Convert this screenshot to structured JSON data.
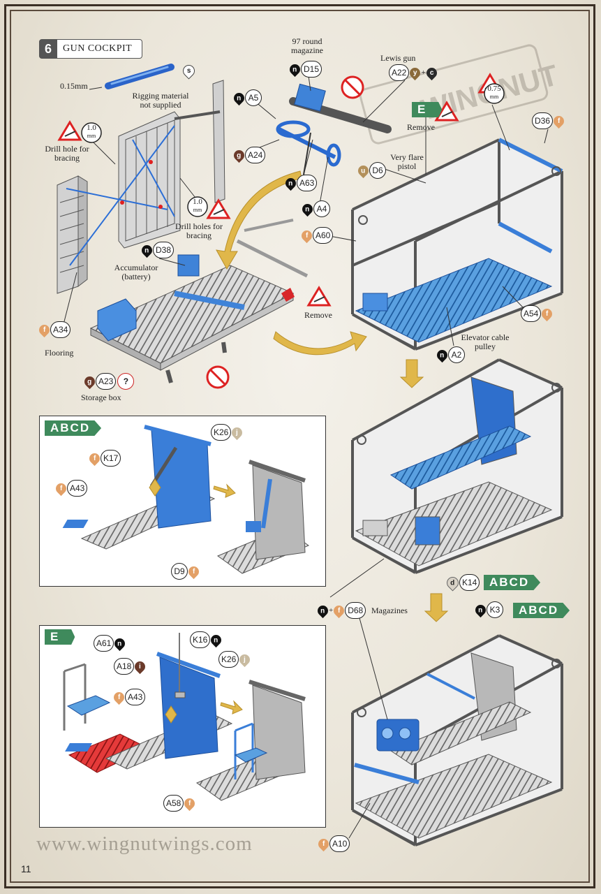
{
  "step": {
    "number": "6",
    "title": "GUN COCKPIT"
  },
  "page_number": "11",
  "watermark": "www.wingnutwings.com",
  "brand_logo": "WINGNUT WINGS",
  "labels": {
    "rigging_size": "0.15mm",
    "rigging_note_1": "Rigging material",
    "rigging_note_2": "not supplied",
    "drill_bracing_1": "Drill hole for",
    "drill_bracing_2": "bracing",
    "drill_holes_1": "Drill holes for",
    "drill_holes_2": "bracing",
    "magazine_1": "97 round",
    "magazine_2": "magazine",
    "lewis_gun": "Lewis gun",
    "remove": "Remove",
    "very_flare_1": "Very flare",
    "very_flare_2": "pistol",
    "accumulator_1": "Accumulator",
    "accumulator_2": "(battery)",
    "flooring": "Flooring",
    "storage_box": "Storage box",
    "elevator_1": "Elevator cable",
    "elevator_2": "pulley",
    "magazines": "Magazines",
    "drill_size_1": "1.0",
    "drill_size_2": "1.0",
    "drill_size_3": "0.75",
    "drill_unit": "mm"
  },
  "badges": {
    "abcd": "ABCD",
    "e": "E"
  },
  "parts": {
    "s": {
      "paint": "s",
      "color": "#ffffff"
    },
    "D15": {
      "id": "D15",
      "paint": "n",
      "color": "#111111"
    },
    "A22": {
      "id": "A22",
      "paint_1": "y",
      "paint_2": "c",
      "color_1": "#8a6a3a",
      "color_2": "#2a2a2a"
    },
    "A5": {
      "id": "A5",
      "paint": "n",
      "color": "#111111"
    },
    "D36": {
      "id": "D36",
      "paint": "f",
      "color": "#e3a066"
    },
    "A24": {
      "id": "A24",
      "paint": "g",
      "color": "#6b3a2a"
    },
    "D6": {
      "id": "D6",
      "paint": "u",
      "color": "#b3905a"
    },
    "A63": {
      "id": "A63",
      "paint": "n",
      "color": "#111111"
    },
    "A4": {
      "id": "A4",
      "paint": "n",
      "color": "#111111"
    },
    "A60": {
      "id": "A60",
      "paint": "f",
      "color": "#e3a066"
    },
    "D38": {
      "id": "D38",
      "paint": "n",
      "color": "#111111"
    },
    "A54": {
      "id": "A54",
      "paint": "f",
      "color": "#e3a066"
    },
    "A34": {
      "id": "A34",
      "paint": "f",
      "color": "#e3a066"
    },
    "A2": {
      "id": "A2",
      "paint": "n",
      "color": "#111111"
    },
    "A23": {
      "id": "A23",
      "paint": "g",
      "color": "#6b3a2a",
      "extra": "?"
    },
    "K26": {
      "id": "K26",
      "paint": "j",
      "color": "#c9bba0"
    },
    "K17": {
      "id": "K17",
      "paint": "f",
      "color": "#e3a066"
    },
    "A43": {
      "id": "A43",
      "paint": "f",
      "color": "#e3a066"
    },
    "D9": {
      "id": "D9",
      "paint": "f",
      "color": "#e3a066"
    },
    "D68": {
      "id": "D68",
      "paint_1": "n",
      "paint_2": "f",
      "color_1": "#111111",
      "color_2": "#e3a066"
    },
    "K14": {
      "id": "K14",
      "paint": "d",
      "color": "#d8d2c6"
    },
    "K3": {
      "id": "K3",
      "paint": "n",
      "color": "#111111"
    },
    "A61": {
      "id": "A61",
      "paint": "n",
      "color": "#111111"
    },
    "K16": {
      "id": "K16",
      "paint": "n",
      "color": "#111111"
    },
    "A18": {
      "id": "A18",
      "paint": "i",
      "color": "#6b3a2a"
    },
    "K26b": {
      "id": "K26",
      "paint": "j",
      "color": "#c9bba0"
    },
    "A43b": {
      "id": "A43",
      "paint": "f",
      "color": "#e3a066"
    },
    "A58": {
      "id": "A58",
      "paint": "f",
      "color": "#e3a066"
    },
    "A10": {
      "id": "A10",
      "paint": "f",
      "color": "#e3a066"
    }
  }
}
